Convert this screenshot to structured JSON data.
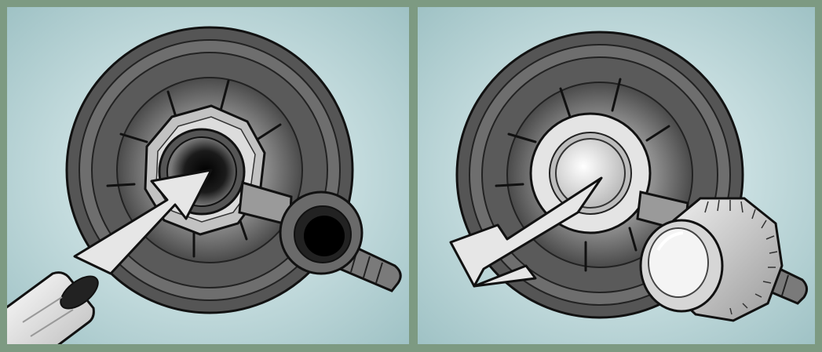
{
  "panels": [
    {
      "name": "attach-hose-panel",
      "arrow_direction": "inward",
      "step": 1
    },
    {
      "name": "cap-drain-panel",
      "arrow_direction": "outward",
      "step": 2
    }
  ],
  "colors": {
    "frame": "#7d9a82",
    "background_center": "#e9f3f4",
    "background_edge": "#9fc2c5",
    "outline": "#111111",
    "arrow_fill": "#e6e6e6"
  },
  "icons": [
    "drain-valve-icon",
    "hose-icon",
    "arrow-icon",
    "cap-icon"
  ]
}
